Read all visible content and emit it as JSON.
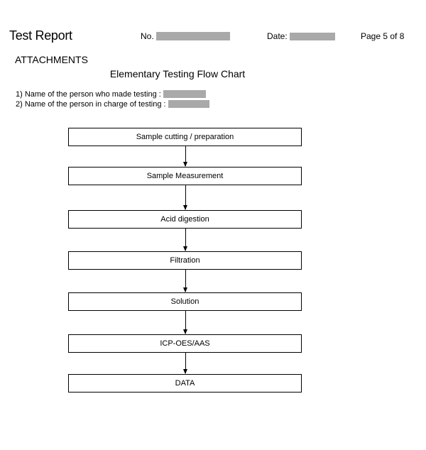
{
  "header": {
    "title": "Test Report",
    "no_label": "No.",
    "date_label": "Date:",
    "page_label": "Page 5 of 8"
  },
  "section": {
    "title": "ATTACHMENTS",
    "chart_title": "Elementary Testing Flow Chart"
  },
  "persons": [
    {
      "label": "1) Name of the person who made testing :"
    },
    {
      "label": "2) Name of the person in charge of testing :"
    }
  ],
  "flow": {
    "steps": [
      "Sample cutting / preparation",
      "Sample Measurement",
      "Acid digestion",
      "Filtration",
      "Solution",
      "ICP-OES/AAS",
      "DATA"
    ]
  },
  "colors": {
    "redaction": "#a9a9a9",
    "line": "#000000"
  }
}
